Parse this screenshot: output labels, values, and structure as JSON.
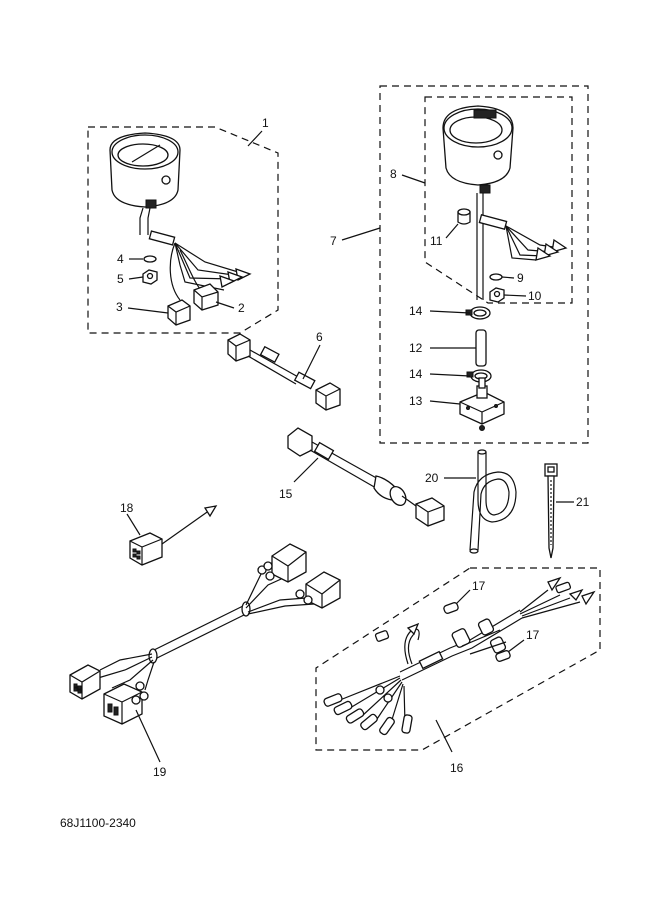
{
  "callouts": {
    "c1": "1",
    "c2": "2",
    "c3": "3",
    "c4": "4",
    "c5": "5",
    "c6": "6",
    "c7": "7",
    "c8": "8",
    "c9": "9",
    "c10": "10",
    "c11": "11",
    "c12": "12",
    "c14a": "14",
    "c14b": "14",
    "c13": "13",
    "c15": "15",
    "c16": "16",
    "c17a": "17",
    "c17b": "17",
    "c18": "18",
    "c19": "19",
    "c20": "20",
    "c21": "21"
  },
  "diagram_code": "68J1100-2340"
}
